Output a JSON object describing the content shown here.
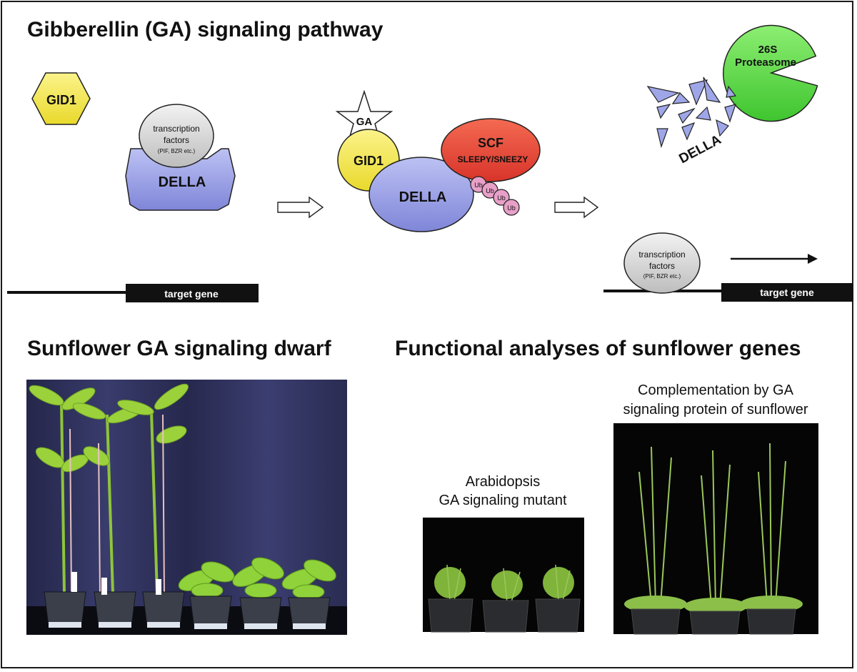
{
  "title": "Gibberellin (GA) signaling pathway",
  "pathway": {
    "gid1_free": "GID1",
    "tf_left": {
      "line1": "transcription",
      "line2": "factors",
      "line3": "(PIF, BZR etc.)"
    },
    "della_left": "DELLA",
    "target_gene_left": "target gene",
    "ga": "GA",
    "gid1_bound": "GID1",
    "della_mid": "DELLA",
    "scf_title": "SCF",
    "scf_sub": "SLEEPY/SNEEZY",
    "ub": [
      "Ub",
      "Ub",
      "Ub",
      "Ub"
    ],
    "proteasome_line1": "26S",
    "proteasome_line2": "Proteasome",
    "della_fragments": "DELLA",
    "tf_right": {
      "line1": "transcription",
      "line2": "factors",
      "line3": "(PIF, BZR etc.)"
    },
    "target_gene_right": "target gene"
  },
  "bottom": {
    "dwarf_title": "Sunflower GA signaling dwarf",
    "functional_title": "Functional analyses of sunflower genes",
    "mutant_caption": {
      "line1": "Arabidopsis",
      "line2": "GA signaling mutant"
    },
    "complement_caption": {
      "line1": "Complementation by GA",
      "line2": "signaling protein of sunflower"
    }
  },
  "colors": {
    "gid1": "#f5e642",
    "della": "#9fa6e8",
    "scf": "#e8503a",
    "ub": "#e8a0c8",
    "proteasome": "#5fdc4a",
    "tf": "#d6d6d6"
  }
}
